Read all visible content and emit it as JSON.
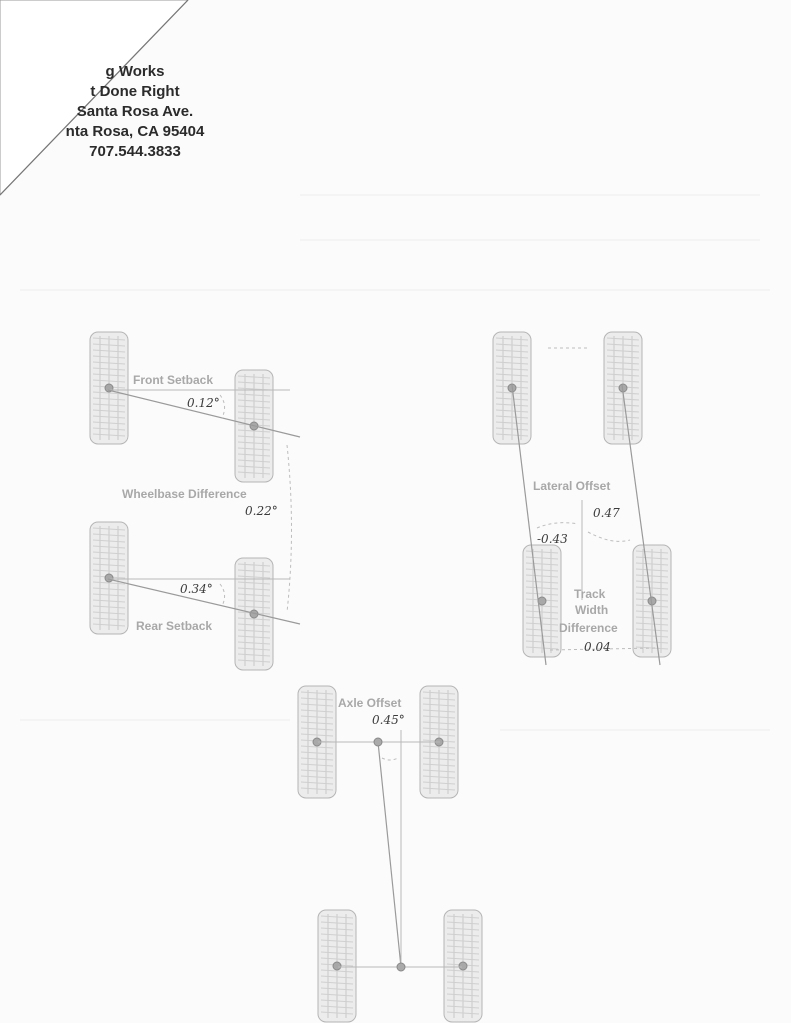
{
  "shop": {
    "name": "g Works",
    "tagline": "t Done Right",
    "street": "Santa Rosa Ave.",
    "city": "nta Rosa, CA 95404",
    "phone": "707.544.3833"
  },
  "diagrams": {
    "setback": {
      "front_label": "Front Setback",
      "front_value": "0.12°",
      "wheelbase_label": "Wheelbase Difference",
      "wheelbase_value": "0.22°",
      "rear_label": "Rear Setback",
      "rear_value": "0.34°"
    },
    "lateral": {
      "offset_label": "Lateral Offset",
      "offset_value_left": "-0.43",
      "offset_value_right": "0.47",
      "track_label_1": "Track",
      "track_label_2": "Width",
      "track_label_3": "Difference",
      "track_value": "0.04"
    },
    "axle": {
      "label": "Axle Offset",
      "value": "0.45°"
    }
  }
}
